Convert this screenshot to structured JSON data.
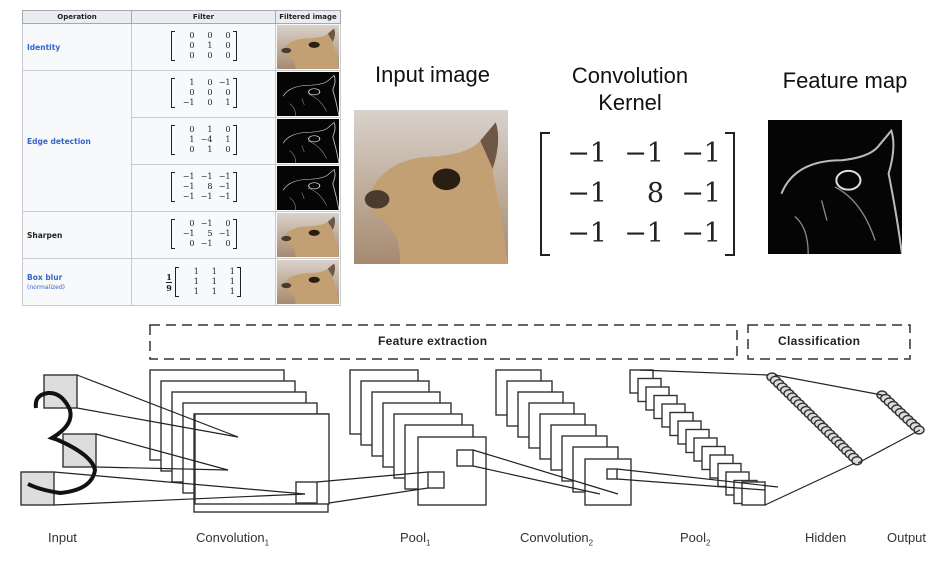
{
  "table": {
    "headers": [
      "Operation",
      "Filter",
      "Filtered image"
    ],
    "rows": [
      {
        "operation": "Identity",
        "link": true,
        "matrix": [
          [
            "0",
            "0",
            "0"
          ],
          [
            "0",
            "1",
            "0"
          ],
          [
            "0",
            "0",
            "0"
          ]
        ],
        "image": "identity"
      },
      {
        "operation": "Edge detection",
        "link": true,
        "matrix": [
          [
            "1",
            "0",
            "−1"
          ],
          [
            "0",
            "0",
            "0"
          ],
          [
            "−1",
            "0",
            "1"
          ]
        ],
        "image": "edge"
      },
      {
        "operation": "",
        "link": true,
        "matrix": [
          [
            "0",
            "1",
            "0"
          ],
          [
            "1",
            "−4",
            "1"
          ],
          [
            "0",
            "1",
            "0"
          ]
        ],
        "image": "edge"
      },
      {
        "operation": "",
        "link": true,
        "matrix": [
          [
            "−1",
            "−1",
            "−1"
          ],
          [
            "−1",
            "8",
            "−1"
          ],
          [
            "−1",
            "−1",
            "−1"
          ]
        ],
        "image": "edge"
      },
      {
        "operation": "Sharpen",
        "link": false,
        "matrix": [
          [
            "0",
            "−1",
            "0"
          ],
          [
            "−1",
            "5",
            "−1"
          ],
          [
            "0",
            "−1",
            "0"
          ]
        ],
        "image": "sharpen"
      },
      {
        "operation": "Box blur",
        "subtitle": "(normalized)",
        "link": true,
        "prefactor": {
          "num": "1",
          "den": "9"
        },
        "matrix": [
          [
            "1",
            "1",
            "1"
          ],
          [
            "1",
            "1",
            "1"
          ],
          [
            "1",
            "1",
            "1"
          ]
        ],
        "image": "blur"
      }
    ]
  },
  "illustration": {
    "input_title": "Input image",
    "kernel_title_line1": "Convolution",
    "kernel_title_line2": "Kernel",
    "feature_title": "Feature map",
    "kernel": [
      [
        "−1",
        "−1",
        "−1"
      ],
      [
        "−1",
        "8",
        "−1"
      ],
      [
        "−1",
        "−1",
        "−1"
      ]
    ]
  },
  "cnn": {
    "feature_box": "Feature extraction",
    "class_box": "Classification",
    "stages": [
      {
        "name": "Input",
        "sub": ""
      },
      {
        "name": "Convolution",
        "sub": "1"
      },
      {
        "name": "Pool",
        "sub": "1"
      },
      {
        "name": "Convolution",
        "sub": "2"
      },
      {
        "name": "Pool",
        "sub": "2"
      },
      {
        "name": "Hidden",
        "sub": ""
      },
      {
        "name": "Output",
        "sub": ""
      }
    ]
  },
  "colors": {
    "link": "#3366cc",
    "header_bg": "#eaecf0",
    "border": "#a2a9b1",
    "fur": "#b89a6e"
  }
}
